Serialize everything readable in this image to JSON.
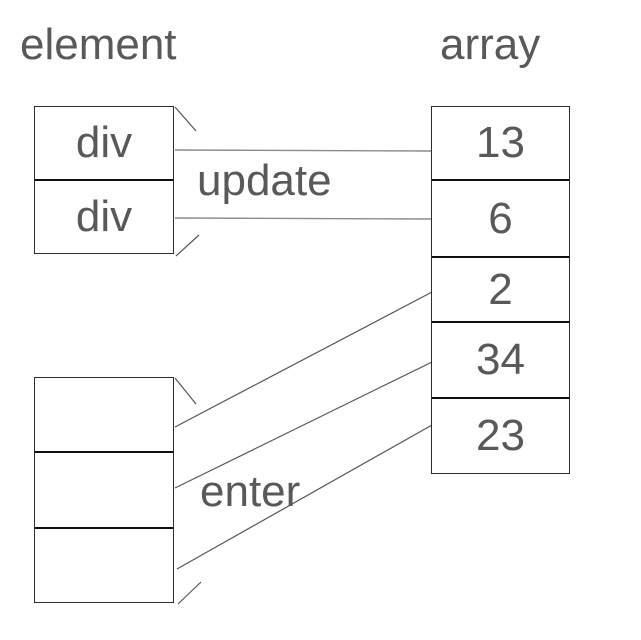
{
  "titles": {
    "element": "element",
    "array": "array"
  },
  "join_labels": {
    "update": "update",
    "enter": "enter"
  },
  "element_column": {
    "bound_boxes": [
      "div",
      "div"
    ],
    "entering_boxes": [
      "",
      "",
      ""
    ]
  },
  "array_column": {
    "values": [
      "13",
      "6",
      "2",
      "34",
      "23"
    ]
  },
  "colors": {
    "text": "#595959",
    "box_border": "#2b2b2b",
    "box_divider": "#0f0f0f",
    "connector_line": "#8a8a8a",
    "diagonal_line": "#565656",
    "background": "#ffffff"
  }
}
